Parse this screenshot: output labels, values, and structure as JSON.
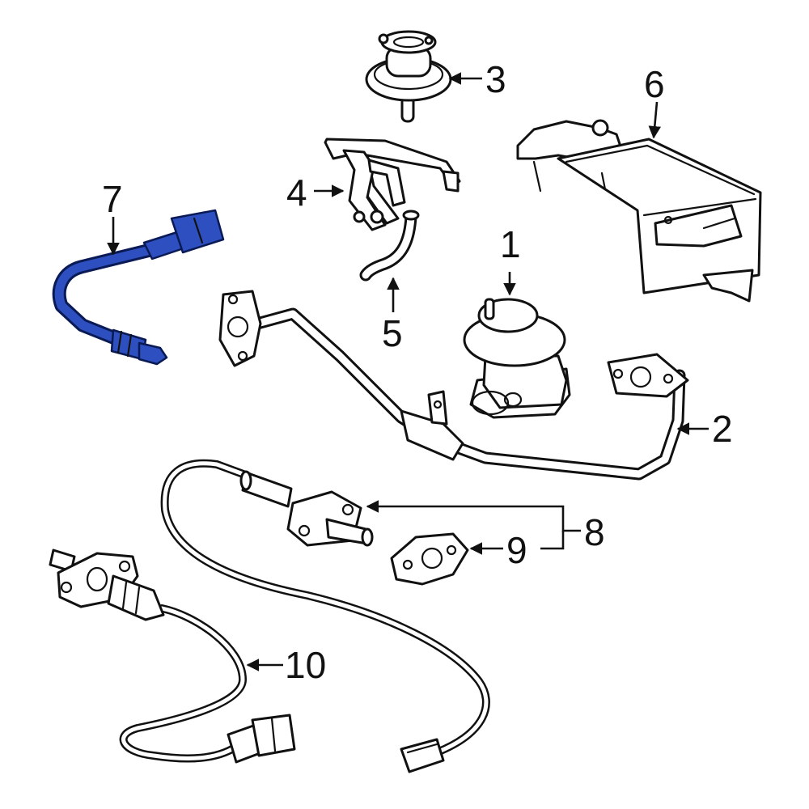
{
  "diagram": {
    "highlight_color": "#2e4fbf",
    "line_color": "#111111",
    "background": "#ffffff"
  },
  "callouts": {
    "c1": "1",
    "c2": "2",
    "c3": "3",
    "c4": "4",
    "c5": "5",
    "c6": "6",
    "c7": "7",
    "c8": "8",
    "c9": "9",
    "c10": "10"
  }
}
